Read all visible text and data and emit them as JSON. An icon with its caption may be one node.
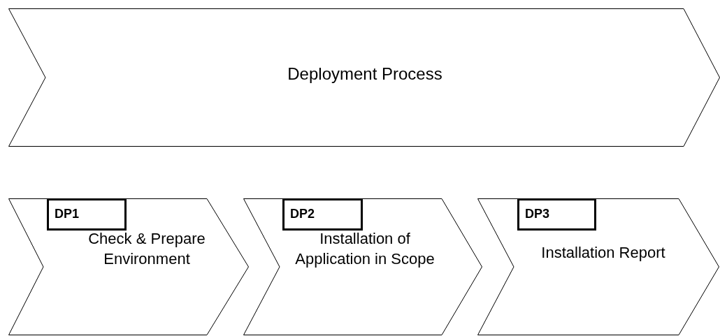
{
  "diagram": {
    "nodes": [
      {
        "text": [
          "Deployment Process"
        ]
      },
      {
        "text": [
          "Check & Prepare Environment"
        ]
      },
      {
        "text": [
          "DP1"
        ],
        "in": 1
      },
      {
        "text": [
          "Installation of Application in Scope"
        ]
      },
      {
        "text": [
          "DP2"
        ],
        "in": 3
      },
      {
        "text": [
          "Installation Report"
        ]
      },
      {
        "text": [
          "DP3"
        ],
        "in": 5
      }
    ]
  }
}
